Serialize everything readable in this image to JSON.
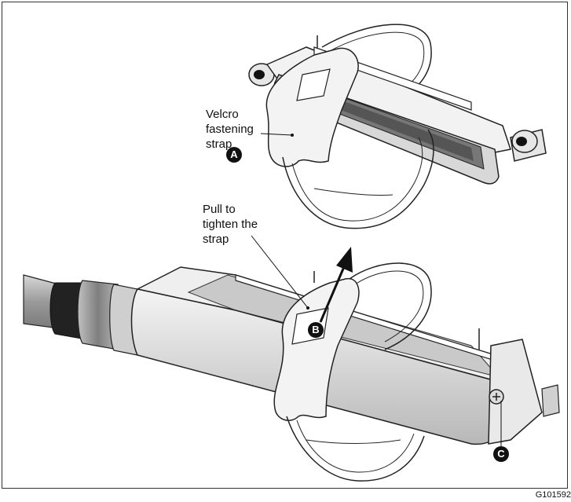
{
  "labels": {
    "strap_label": "Velcro\nfastening\nstrap",
    "pull_label": "Pull to\ntighten the\nstrap"
  },
  "callouts": {
    "a": "A",
    "b": "B",
    "c": "C"
  },
  "figure_id": "G101592"
}
